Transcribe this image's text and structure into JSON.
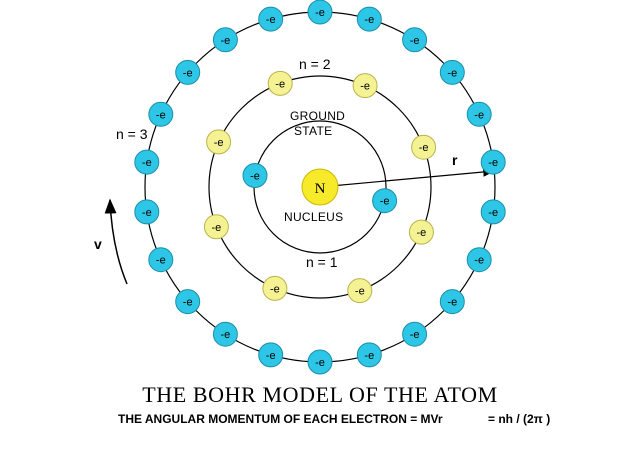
{
  "colors": {
    "inner_electron": "#2ec6e6",
    "outer_electron": "#2ec6e6",
    "middle_electron": "#f5f294",
    "nucleus": "#f7ea2a",
    "orbit": "#000000",
    "background": "#ffffff"
  },
  "nucleus_label": "N",
  "electron_label": "-e",
  "labels": {
    "n3": "n = 3",
    "n2": "n = 2",
    "n1": "n = 1",
    "ground_state_line1": "GROUND",
    "ground_state_line2": "STATE",
    "nucleus": "NUCLEUS",
    "radius": "r",
    "velocity": "v"
  },
  "title": "THE BOHR MODEL OF THE ATOM",
  "subtitle": "THE ANGULAR MOMENTUM OF EACH ELECTRON = MVr",
  "formula": "= nh / (2π )",
  "orbits": [
    {
      "n": 1,
      "electron_count": 2
    },
    {
      "n": 2,
      "electron_count": 8
    },
    {
      "n": 3,
      "electron_count": 22
    }
  ]
}
